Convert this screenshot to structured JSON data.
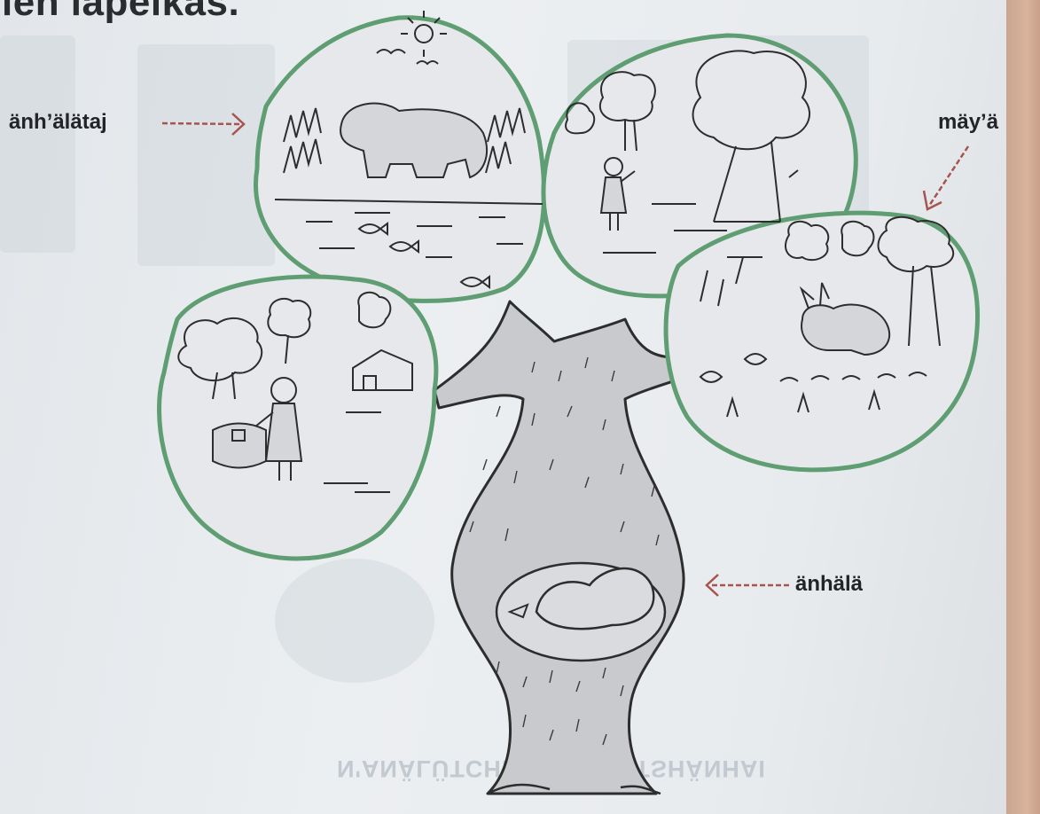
{
  "heading": {
    "text": "ien lapeikas."
  },
  "labels": {
    "top_left": "änh’älätaj",
    "top_right": "mäy’ä",
    "right": "änhälä"
  },
  "ghost": {
    "bottom_ribbon": "N'ANÄLÜTCH...ICH...D'OTSHÄNHAI"
  },
  "colors": {
    "canopy_outline": "#5f9e72",
    "arrow": "#a7544f",
    "ink": "#2d2d2d",
    "page_edge": "#d6b19a"
  }
}
